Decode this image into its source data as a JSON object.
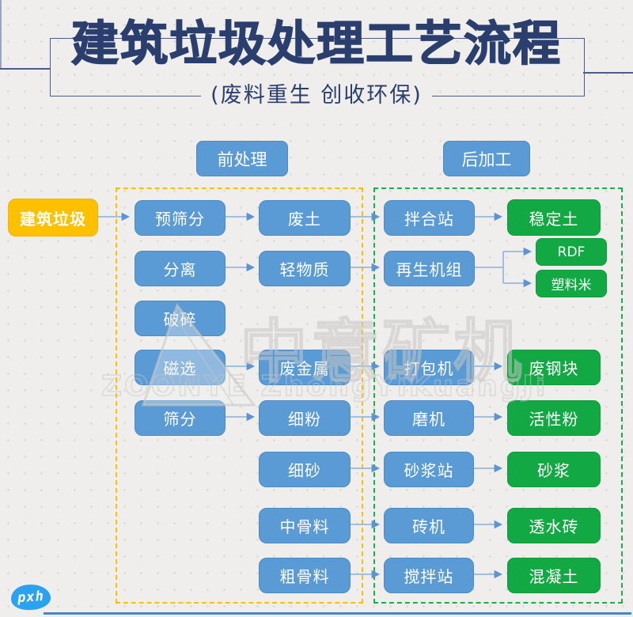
{
  "header": {
    "title": "建筑垃圾处理工艺流程",
    "subtitle": "(废料重生 创收环保)"
  },
  "section_labels": {
    "pre": "前处理",
    "post": "后加工"
  },
  "source_label": "建筑垃圾",
  "flow": {
    "rows": [
      {
        "c1": "预筛分",
        "c2": "废土",
        "c3": "拌合站",
        "c4": "稳定土"
      },
      {
        "c1": "分离",
        "c2": "轻物质",
        "c3": "再生机组",
        "c4a": "RDF",
        "c4b": "塑料米"
      },
      {
        "c1": "破碎"
      },
      {
        "c1": "磁选",
        "c2": "废金属",
        "c3": "打包机",
        "c4": "废钢块"
      },
      {
        "c1": "筛分",
        "c2": "细粉",
        "c3": "磨机",
        "c4": "活性粉"
      },
      {
        "c2": "细砂",
        "c3": "砂浆站",
        "c4": "砂浆"
      },
      {
        "c2": "中骨料",
        "c3": "砖机",
        "c4": "透水砖"
      },
      {
        "c2": "粗骨料",
        "c3": "搅拌站",
        "c4": "混凝土"
      }
    ]
  },
  "watermark": {
    "cn": "中意矿机",
    "en": "ZOONYE ZhongYiKuangJi"
  },
  "logo_text": "pxh",
  "colors": {
    "node_blue": "#5b9bd5",
    "node_green": "#12a843",
    "node_yellow": "#ffc000",
    "dash_yellow": "#ffc000",
    "dash_green": "#17b04a",
    "title_navy": "#2b3f6e",
    "connector_blue": "#6f9fd8",
    "background": "#efeeec"
  }
}
